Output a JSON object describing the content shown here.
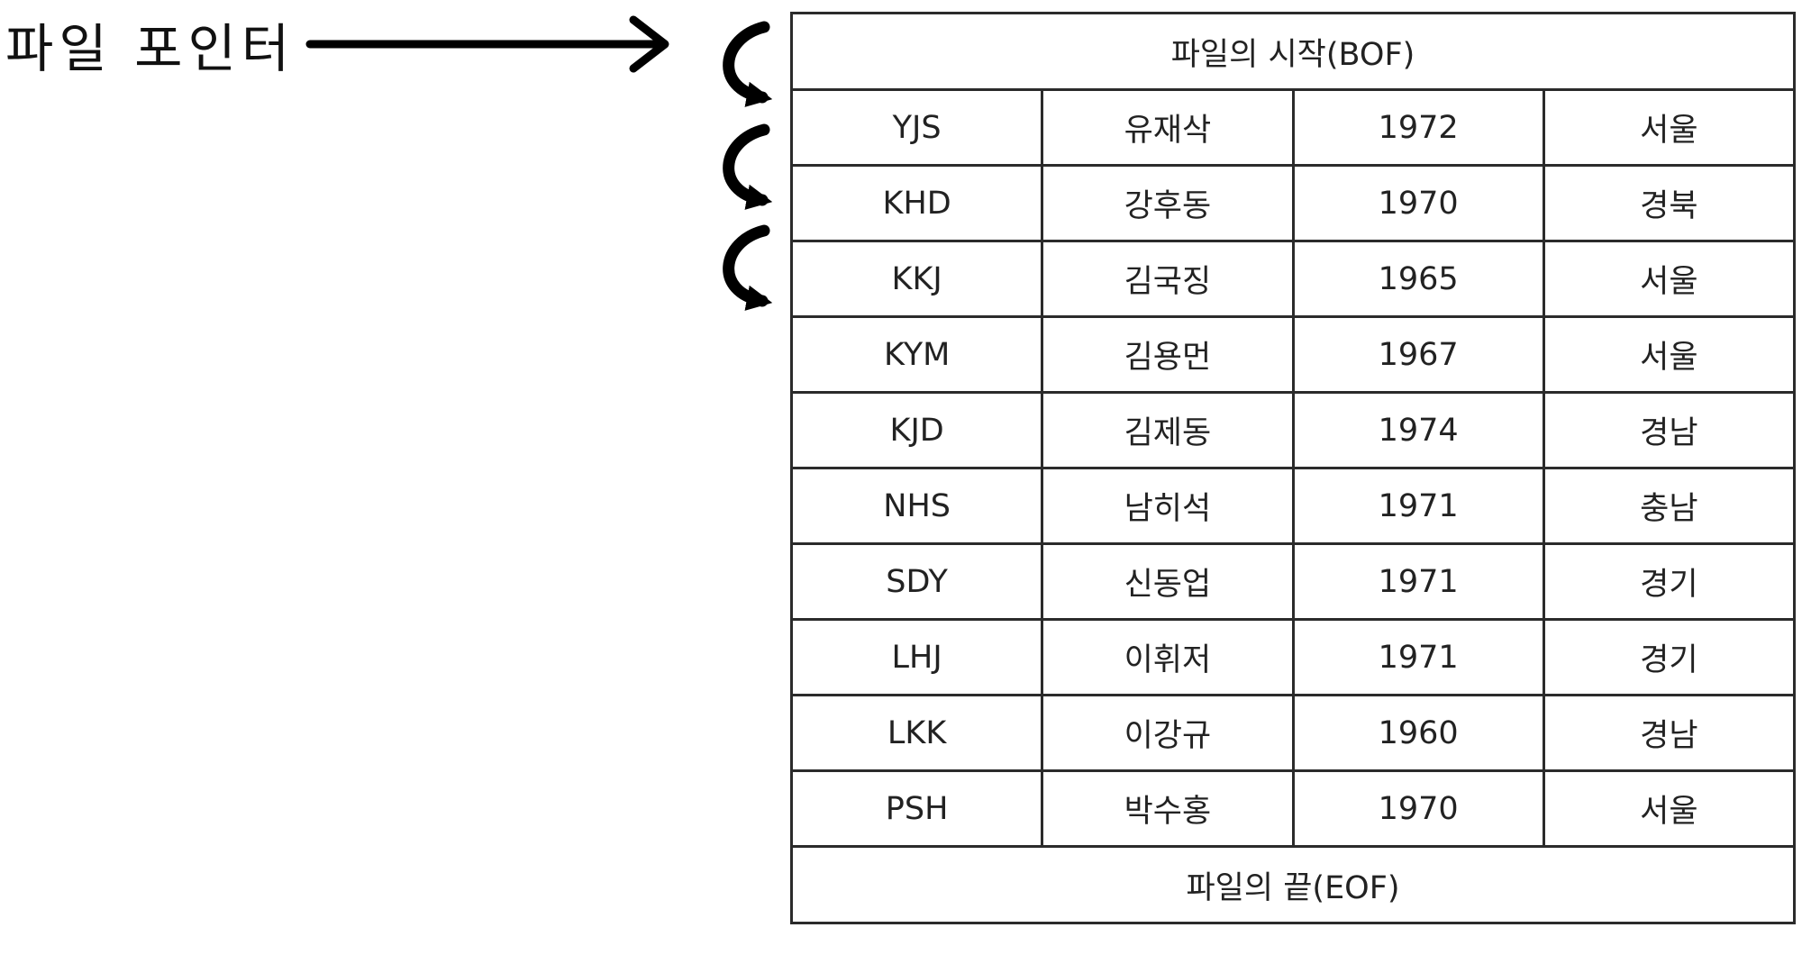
{
  "file_pointer_label": "파일 포인터",
  "bof_label": "파일의 시작(BOF)",
  "eof_label": "파일의 끝(EOF)",
  "records": [
    [
      "YJS",
      "유재삭",
      "1972",
      "서울"
    ],
    [
      "KHD",
      "강후동",
      "1970",
      "경북"
    ],
    [
      "KKJ",
      "김국징",
      "1965",
      "서울"
    ],
    [
      "KYM",
      "김용먼",
      "1967",
      "서울"
    ],
    [
      "KJD",
      "김제동",
      "1974",
      "경남"
    ],
    [
      "NHS",
      "남히석",
      "1971",
      "충남"
    ],
    [
      "SDY",
      "신동업",
      "1971",
      "경기"
    ],
    [
      "LHJ",
      "이휘저",
      "1971",
      "경기"
    ],
    [
      "LKK",
      "이강규",
      "1960",
      "경남"
    ],
    [
      "PSH",
      "박수홍",
      "1970",
      "서울"
    ]
  ],
  "icons": {
    "pointer_arrow": "arrow-right-icon",
    "hop_arrow": "curved-arrow-down-icon"
  }
}
